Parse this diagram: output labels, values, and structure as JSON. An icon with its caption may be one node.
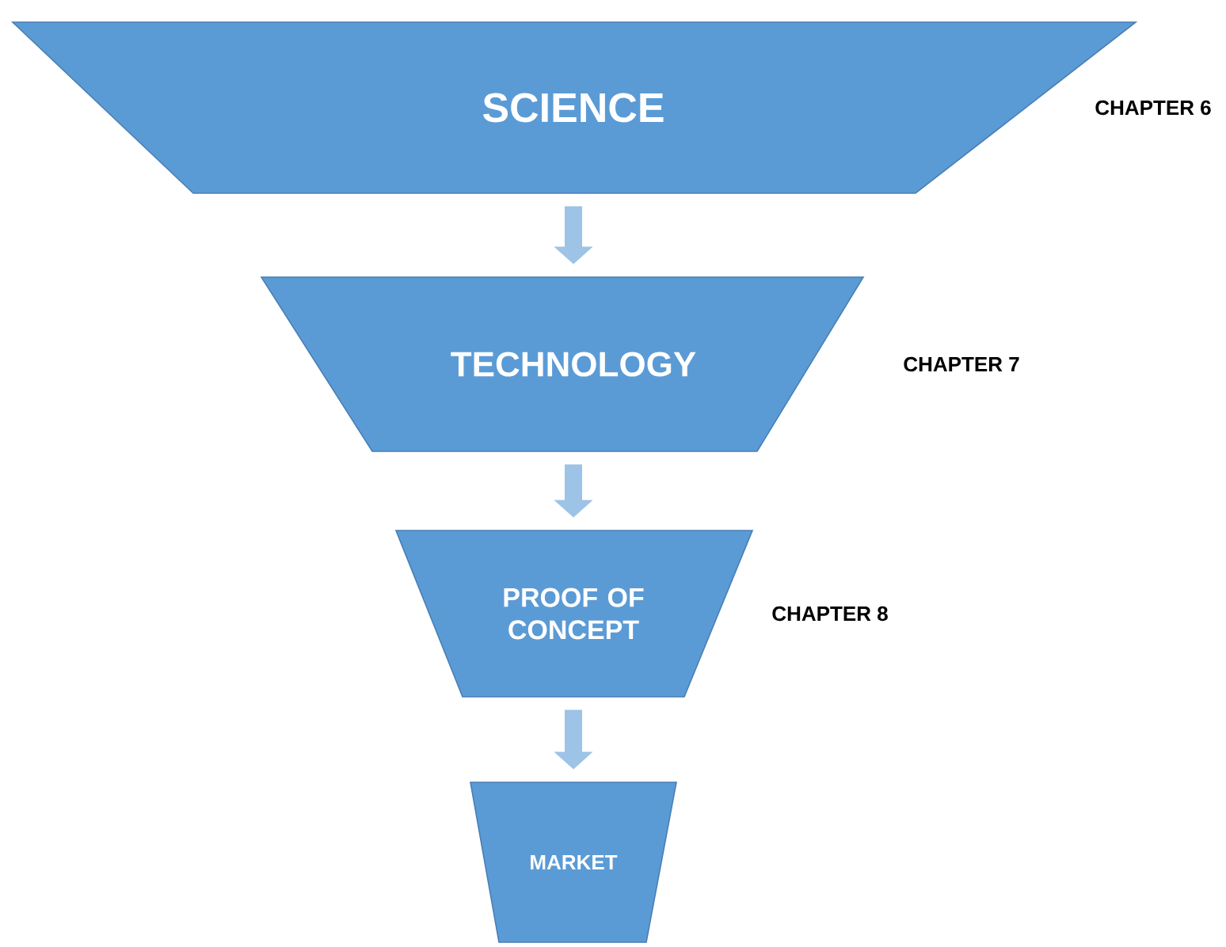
{
  "diagram": {
    "nodes": [
      {
        "text": [
          "SCIENCE"
        ],
        "beside": [
          "CHAPTER 6"
        ]
      },
      {
        "text": [
          "TECHNOLOGY"
        ],
        "beside": [
          "CHAPTER 7"
        ]
      },
      {
        "text": [
          "PROOF OF CONCEPT"
        ],
        "beside": [
          "CHAPTER 8"
        ]
      },
      {
        "text": [
          "MARKET"
        ]
      }
    ],
    "edges": [
      {
        "from": 0,
        "to": 1,
        "arrow": "to"
      },
      {
        "from": 1,
        "to": 2,
        "arrow": "to"
      },
      {
        "from": 2,
        "to": 3,
        "arrow": "to"
      }
    ]
  }
}
